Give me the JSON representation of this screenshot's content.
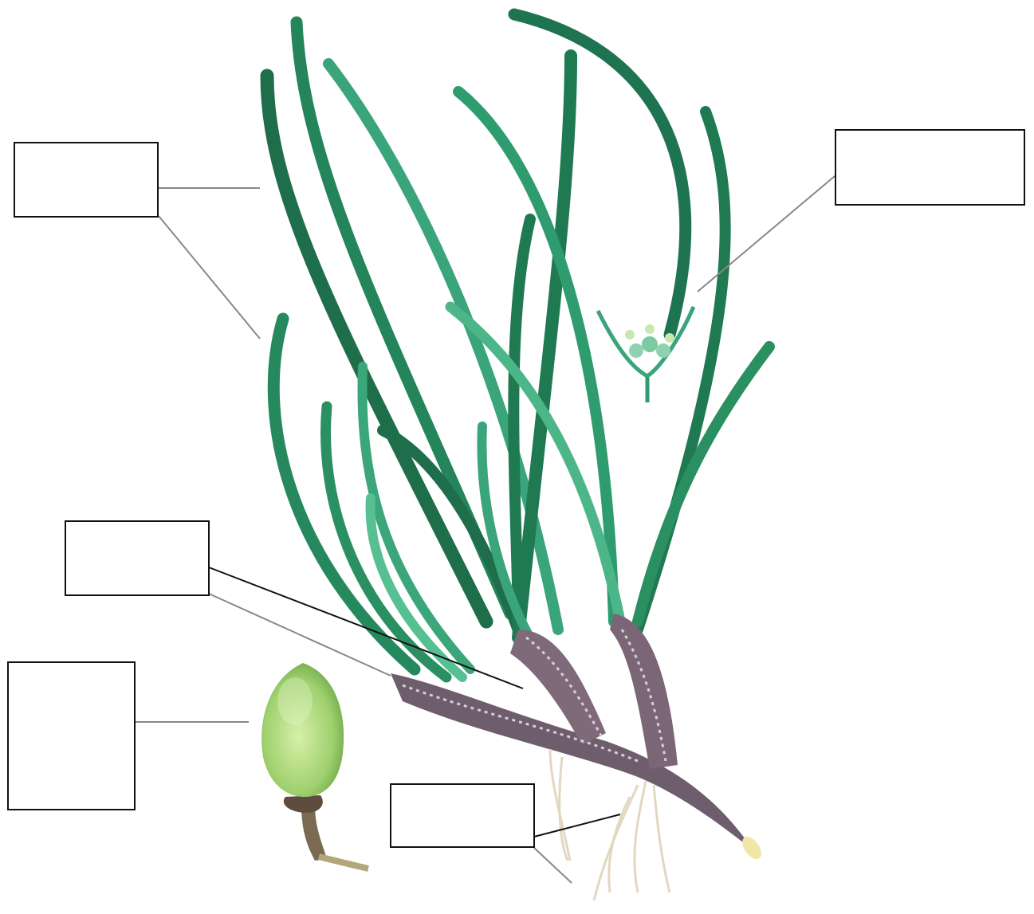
{
  "figure": {
    "subject": "plant-illustration",
    "labels": [
      {
        "id": "leaves",
        "text": ""
      },
      {
        "id": "flower",
        "text": ""
      },
      {
        "id": "stem-base",
        "text": ""
      },
      {
        "id": "fruit",
        "text": ""
      },
      {
        "id": "roots",
        "text": ""
      }
    ]
  },
  "colors": {
    "leaf_dark": "#1f7a54",
    "leaf_mid": "#2e9c72",
    "leaf_light": "#5cc49a",
    "stem_base": "#7d6a78",
    "root": "#e6dcc6",
    "fruit": "#a9d67a",
    "leader_line": "#888888",
    "box_border": "#111111"
  }
}
